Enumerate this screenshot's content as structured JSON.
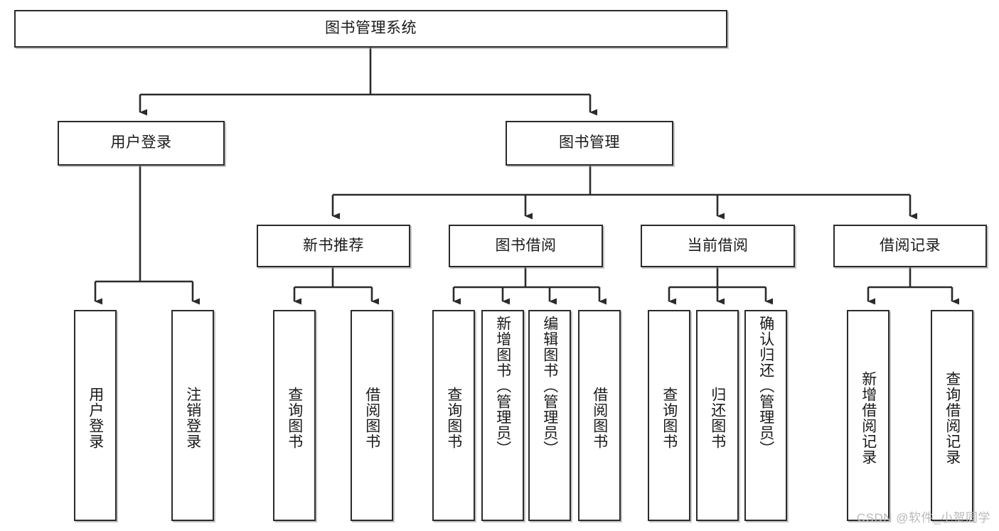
{
  "diagram": {
    "type": "tree-hierarchy",
    "title": "图书管理系统",
    "watermark": "CSDN @软件_小贺同学",
    "colors": {
      "box_border": "#2b2b2b",
      "box_fill": "#ffffff",
      "edge": "#2b2b2b",
      "text": "#1a1a1a",
      "watermark": "#b9b9b9"
    },
    "nodes": {
      "root": {
        "label": "图书管理系统"
      },
      "level2": [
        {
          "label": "用户登录"
        },
        {
          "label": "图书管理"
        }
      ],
      "level3": [
        {
          "label": "新书推荐"
        },
        {
          "label": "图书借阅"
        },
        {
          "label": "当前借阅"
        },
        {
          "label": "借阅记录"
        }
      ],
      "leaves": {
        "user_login": [
          {
            "label": "用户登录"
          },
          {
            "label": "注销登录"
          }
        ],
        "new_book_recommend": [
          {
            "label": "查询图书"
          },
          {
            "label": "借阅图书"
          }
        ],
        "book_borrow": [
          {
            "label": "查询图书"
          },
          {
            "label": "新增图书（管理员）"
          },
          {
            "label": "编辑图书（管理员）"
          },
          {
            "label": "借阅图书"
          }
        ],
        "current_borrow": [
          {
            "label": "查询图书"
          },
          {
            "label": "归还图书"
          },
          {
            "label": "确认归还（管理员）"
          }
        ],
        "borrow_record": [
          {
            "label": "新增借阅记录"
          },
          {
            "label": "查询借阅记录"
          }
        ]
      }
    }
  }
}
